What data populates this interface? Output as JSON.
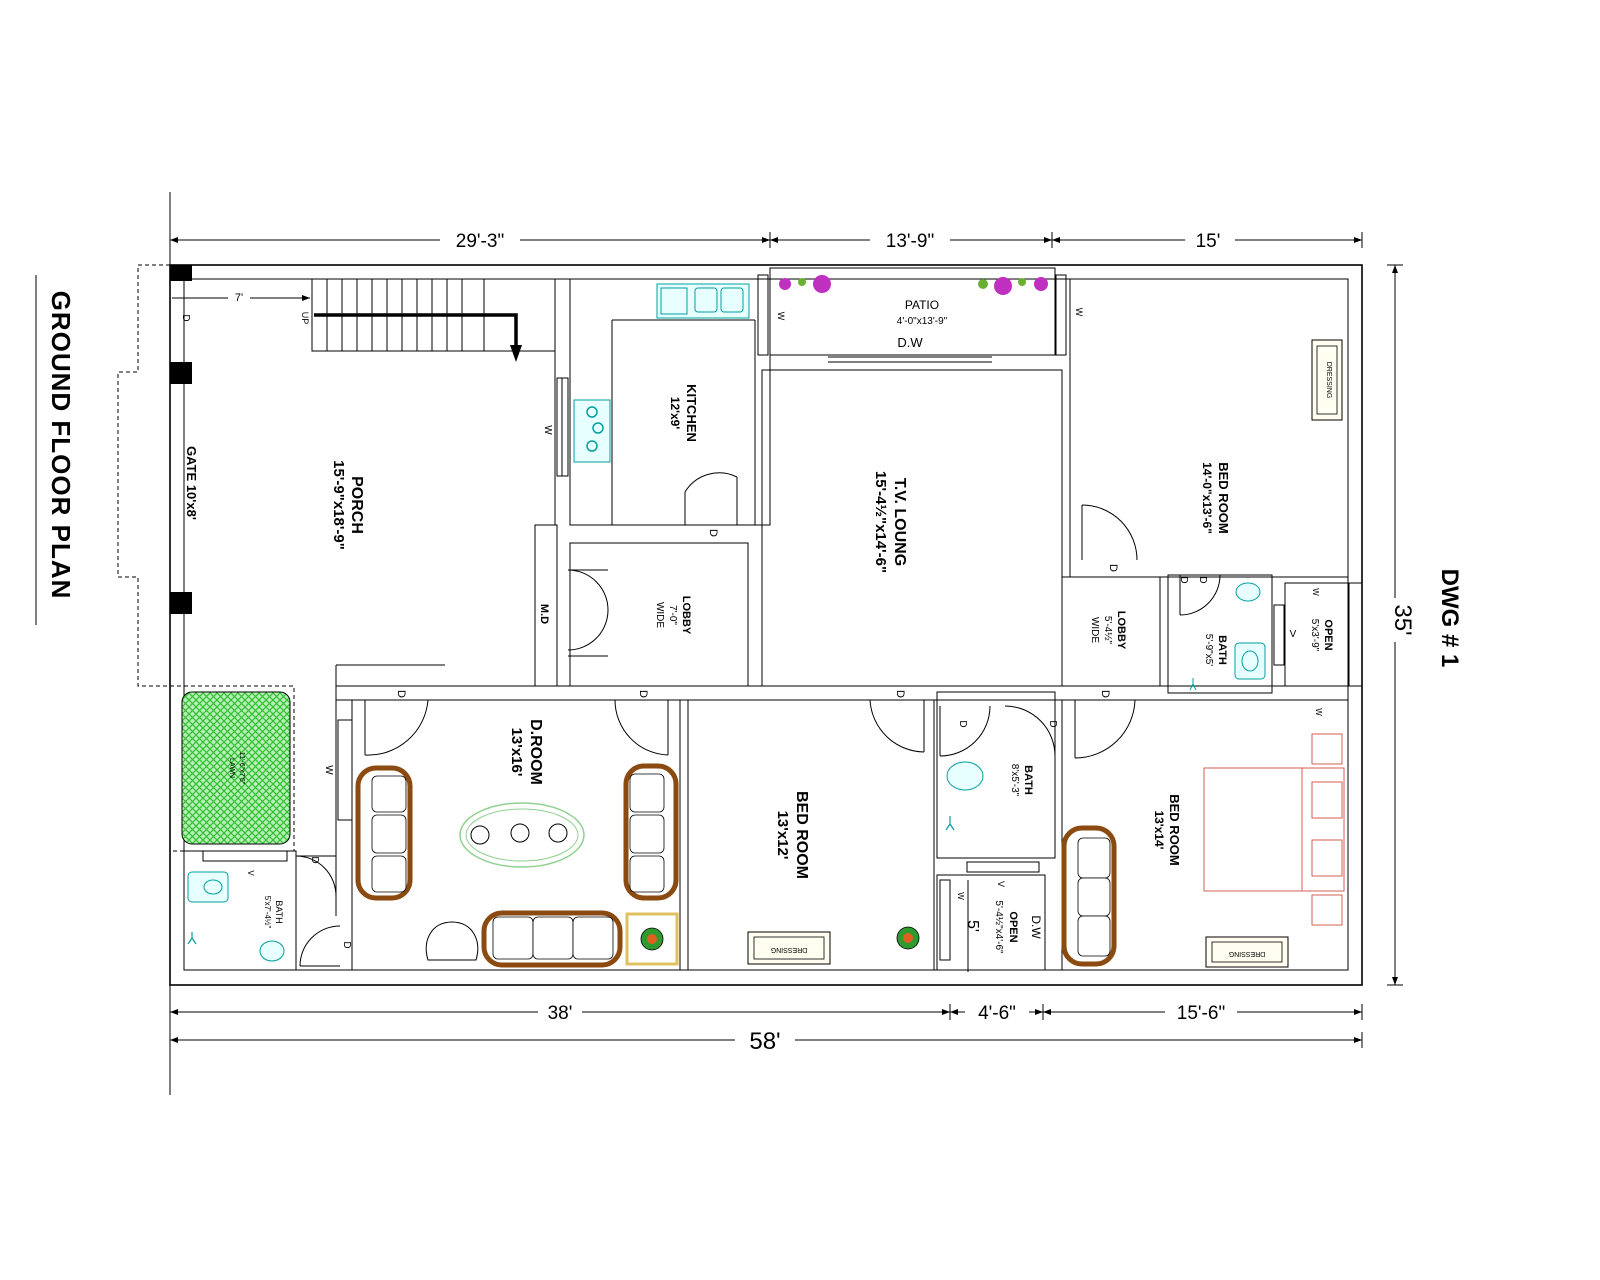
{
  "title": "GROUND FLOOR PLAN",
  "drawing_no": "DWG # 1",
  "dimensions": {
    "top": [
      "29'-3\"",
      "13'-9\"",
      "15'"
    ],
    "bottom": [
      "38'",
      "4'-6\"",
      "15'-6\""
    ],
    "overall_width": "58'",
    "overall_depth": "35'",
    "stair_offset": "7'"
  },
  "rooms": {
    "porch": {
      "name": "PORCH",
      "size": "15'-9\"x18'-9\""
    },
    "gate": {
      "label": "GATE 10'x8'"
    },
    "kitchen": {
      "name": "KITCHEN",
      "size": "12'x9'"
    },
    "patio": {
      "name": "PATIO",
      "size": "4'-0\"x13'-9\""
    },
    "tv_lounge": {
      "name": "T.V. LOUNG",
      "size": "15'-4½\"x14'-6\""
    },
    "bedroom1": {
      "name": "BED ROOM",
      "size": "14'-0\"x13'-6\""
    },
    "lobby1": {
      "name": "LOBBY",
      "size": "7'-0\"",
      "note": "WIDE"
    },
    "lobby2": {
      "name": "LOBBY",
      "size": "5'-4½\"",
      "note": "WIDE"
    },
    "bath1": {
      "name": "BATH",
      "size": "5'-9\"x5'"
    },
    "open1": {
      "name": "OPEN",
      "size": "5'x3'-9\""
    },
    "droom": {
      "name": "D.ROOM",
      "size": "13'x16'"
    },
    "bedroom2": {
      "name": "BED ROOM",
      "size": "13'x12'"
    },
    "bath2": {
      "name": "BATH",
      "size": "8'x5'-3\""
    },
    "open2": {
      "name": "OPEN",
      "size": "5'-4½\"x4'-6\""
    },
    "bedroom3": {
      "name": "BED ROOM",
      "size": "13'x14'"
    },
    "lawn": {
      "name": "LAWN",
      "size": "11'-6\"x7'6\""
    },
    "bath3": {
      "name": "BATH",
      "size": "5'x7'-4½\""
    }
  },
  "symbols": {
    "door": "D",
    "window": "W",
    "ventilator": "V",
    "main_door": "M.D",
    "door_window": "D.W",
    "stair_up": "UP",
    "dressing": "DRESSING",
    "small_dim": "5'"
  },
  "colors": {
    "lines": "#000000",
    "fixtures": "#00a0a0",
    "plants": "#c030c0",
    "lawn": "#2ec02e",
    "furniture": "#8a4a10",
    "bed": "#d06050",
    "table": "#90d090"
  }
}
